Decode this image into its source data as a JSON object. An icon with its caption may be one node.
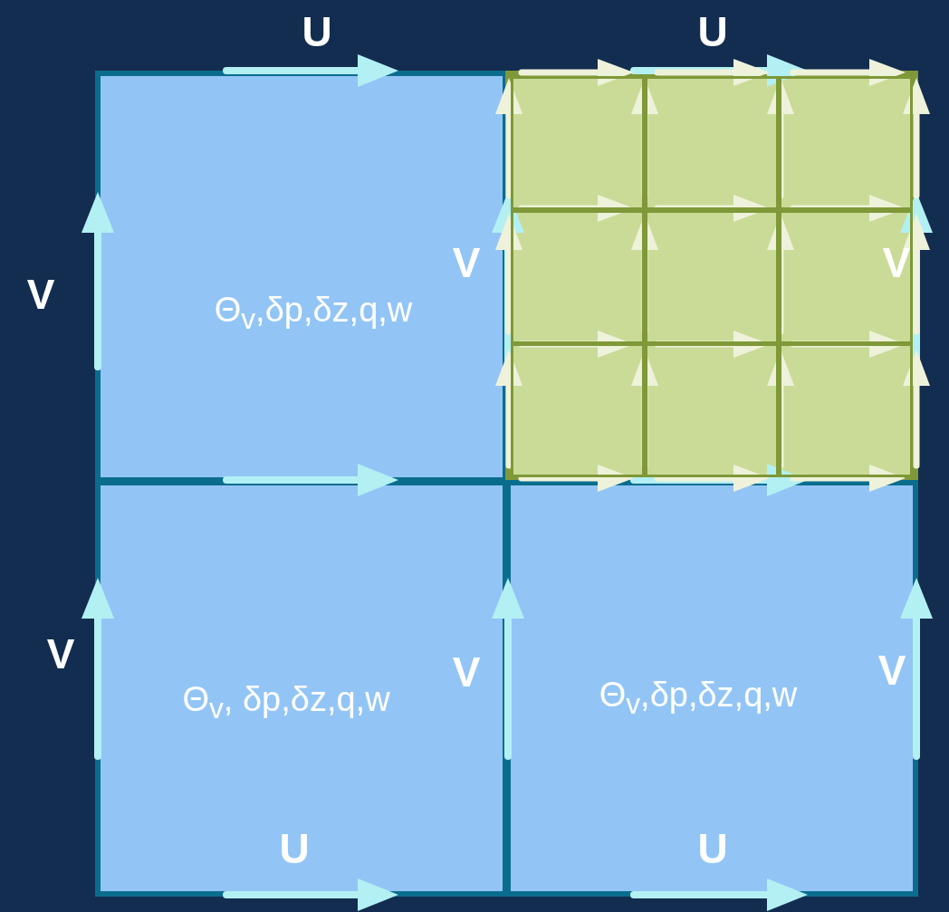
{
  "diagram": {
    "nodes": [
      {
        "text": [
          "Θ$_{v}$,δp,δz,q,w"
        ]
      },
      {
        "text": [],
        "shape": "box"
      },
      {
        "text": [],
        "shape": "box",
        "in": 1
      },
      {
        "text": [],
        "shape": "box",
        "in": 1
      },
      {
        "text": [],
        "shape": "box",
        "in": 1
      },
      {
        "text": [],
        "shape": "box",
        "in": 1
      },
      {
        "text": [],
        "shape": "box",
        "in": 1
      },
      {
        "text": [],
        "shape": "box",
        "in": 1
      },
      {
        "text": [],
        "shape": "box",
        "in": 1
      },
      {
        "text": [],
        "shape": "box",
        "in": 1
      },
      {
        "text": [],
        "shape": "box",
        "in": 1
      },
      {
        "text": [
          "Θ$_{v}$, δp,δz,q,w"
        ]
      },
      {
        "text": [
          "Θ$_{v}$,δp,δz,q,w"
        ]
      }
    ],
    "edges": [],
    "labels": [
      "U",
      "U",
      "V",
      "V",
      "V",
      "V",
      "V",
      "V",
      "U",
      "U"
    ]
  }
}
